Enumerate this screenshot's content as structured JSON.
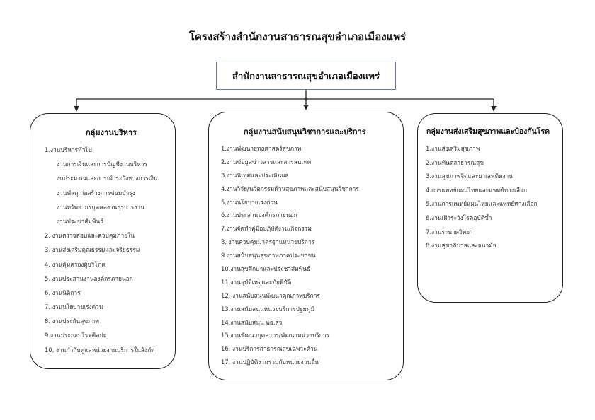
{
  "title": "โครงสร้างสำนักงานสาธารณสุขอำเภอเมืองแพร่",
  "top_box": "สำนักงานสาธารณสุขอำเภอเมืองแพร่",
  "groups": {
    "admin": {
      "title": "กลุ่มงานบริหาร",
      "items": [
        "1.งานบริหารทั่วไป",
        "งานการเงินและการบัญชีงานบริหาร",
        "งบประมาณและการเฝ้าระวังทางการเงิน",
        "งานพัสดุ ก่อสร้างการซ่อมบำรุง",
        "งานทรัพยากรบุคคลงานธุรการงาน",
        "งานประชาสัมพันธ์",
        "2. งานตรวจสอบและควบคุมภายใน",
        "3. งานส่งเสริมคุณธรรมและจริยธรรม",
        "4. งานคุ้มครองผู้บริโภค",
        "5. งานประสานงานองค์กรภายนอก",
        "6. งานนิติการ",
        "7. งานนโยบายเร่งด่วน",
        "8. งานประกันสุขภาพ",
        "9.งานประกอบโรคศิลปะ",
        "10. งานกำกับดูแลหน่วยงานบริการในสังกัด"
      ]
    },
    "support": {
      "title": "กลุ่มงานสนับสนุนวิชาการและบริการ",
      "items": [
        "1.งานพัฒนายุทธศาสตร์สุขภาพ",
        "2.งานข้อมูลข่าวสารและสารสนเทศ",
        "3.งานนิเทศและประเมินผล",
        "4.งานวิจัย/นวัตกรรมด้านสุขภาพและสนับสนุนวิชาการ",
        "5.งานนโยบายเร่งด่วน",
        "6.งานประสานองค์กรภายนอก",
        "7.งานจัดทำคู่มือปฏิบัติงาน/กิจกรรม",
        "8. งานควบคุมมาตรฐานหน่วยบริการ",
        "9.งานสนับสนุนสุขภาพภาคประชาชน",
        "10.งานสุขศึกษาและประชาสัมพันธ์",
        "11.งานอุบัติเหตุและภัยพิบัติ",
        "12. งานสนับสนุนพัฒนาคุณภาพบริการ",
        "13.งานสนับสนุนหน่วยบริการปฐมภูมิ",
        "14.งานสนับสนุน พอ.สว.",
        "15.งานพัฒนาบุคลากร/พัฒนาหน่วยบริการ",
        "16. งานบริการสาธารณสุขเฉพาะด้าน",
        "17. งานปฏิบัติงานร่วมกับหน่วยงานอื่น"
      ]
    },
    "promo": {
      "title": "กลุ่มงานส่งเสริมสุขภาพและป้องกันโรค",
      "items": [
        "1.งานส่งเสริมสุขภาพ",
        "2.งานทันตสาธารณสุข",
        "3.งานสุขภาพจิตและยาเสพติดงาน",
        "4.การแพทย์แผนไทยและแพทย์ทางเลือก",
        "5.งานการแพทย์แผนไทยและแพทย์ทางเลือก",
        "6.งานเฝ้าระวังโรคอุบัติซ้ำ",
        "7.งานระบาดวิทยา",
        "8.งานสุขาภิบาลและอนามัย"
      ]
    }
  },
  "colors": {
    "box_border": "#6c7d95",
    "line": "#222222"
  }
}
